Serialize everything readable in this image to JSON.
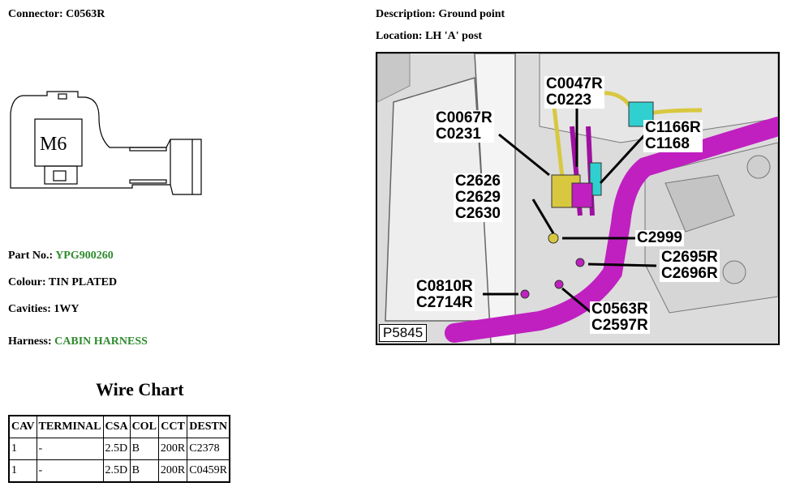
{
  "connector": {
    "label": "Connector:",
    "value": "C0563R",
    "drawing_text": "M6"
  },
  "description": {
    "label": "Description:",
    "value": "Ground point"
  },
  "location": {
    "label": "Location:",
    "value": "LH 'A' post"
  },
  "part_no": {
    "label": "Part No.:",
    "value": "YPG900260"
  },
  "colour": {
    "label": "Colour:",
    "value": "TIN PLATED"
  },
  "cavities": {
    "label": "Cavities:",
    "value": "1WY"
  },
  "harness": {
    "label": "Harness:",
    "value": "CABIN HARNESS"
  },
  "wire_chart": {
    "title": "Wire Chart",
    "headers": [
      "CAV",
      "TERMINAL",
      "CSA",
      "COL",
      "CCT",
      "DESTN"
    ],
    "rows": [
      [
        "1",
        "-",
        "2.5D",
        "B",
        "200R",
        "C2378"
      ],
      [
        "1",
        "-",
        "2.5D",
        "B",
        "200R",
        "C0459R"
      ]
    ]
  },
  "photo": {
    "code": "P5845",
    "labels": [
      "C0047R\nC0223",
      "C0067R\nC0231",
      "C1166R\nC1168",
      "C2626\nC2629\nC2630",
      "C2999",
      "C2695R\nC2696R",
      "C0810R\nC2714R",
      "C0563R\nC2597R"
    ]
  },
  "colors": {
    "green_text": "#2e8b2e",
    "harness_magenta": "#c020c0",
    "harness_yellow": "#d8c840",
    "harness_cyan": "#30d0d0"
  }
}
